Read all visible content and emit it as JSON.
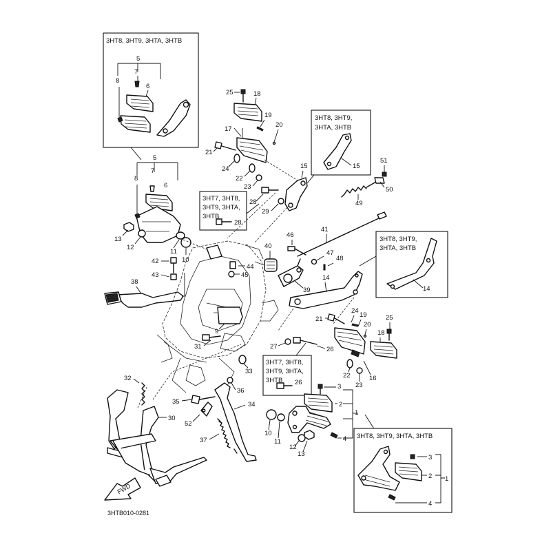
{
  "diagram_code": "3HTB010-0281",
  "fwd_label": "FWD",
  "variant_boxes": {
    "top_left": "3HT8, 3HT9, 3HTA, 3HTB",
    "upper_right_l1": "3HT8, 3HT9,",
    "upper_right_l2": "3HTA, 3HTB",
    "mid_left_l1": "3HT7, 3HT8,",
    "mid_left_l2": "3HT9, 3HTA,",
    "mid_left_l3": "3HTB",
    "mid_right_l1": "3HT8, 3HT9,",
    "mid_right_l2": "3HTA, 3HTB",
    "bottom_mid_l1": "3HT7, 3HT8,",
    "bottom_mid_l2": "3HT9, 3HTA,",
    "bottom_mid_l3": "3HTB",
    "bottom_right": "3HT8, 3HT9, 3HTA, 3HTB"
  },
  "callouts": {
    "n1": "1",
    "n2": "2",
    "n3": "3",
    "n4": "4",
    "n5": "5",
    "n6": "6",
    "n7": "7",
    "n8": "8",
    "n9": "9",
    "n10": "10",
    "n11": "11",
    "n12": "12",
    "n13": "13",
    "n14": "14",
    "n15": "15",
    "n16": "16",
    "n17": "17",
    "n18": "18",
    "n19": "19",
    "n20": "20",
    "n21": "21",
    "n22": "22",
    "n23": "23",
    "n24": "24",
    "n25": "25",
    "n26": "26",
    "n27": "27",
    "n28": "28",
    "n29": "29",
    "n30": "30",
    "n31": "31",
    "n32": "32",
    "n33": "33",
    "n34": "34",
    "n35": "35",
    "n36": "36",
    "n37": "37",
    "n38": "38",
    "n39": "39",
    "n40": "40",
    "n41": "41",
    "n42": "42",
    "n43": "43",
    "n44": "44",
    "n45": "45",
    "n46": "46",
    "n47": "47",
    "n48": "48",
    "n49": "49",
    "n50": "50",
    "n51": "51",
    "n52": "52"
  }
}
